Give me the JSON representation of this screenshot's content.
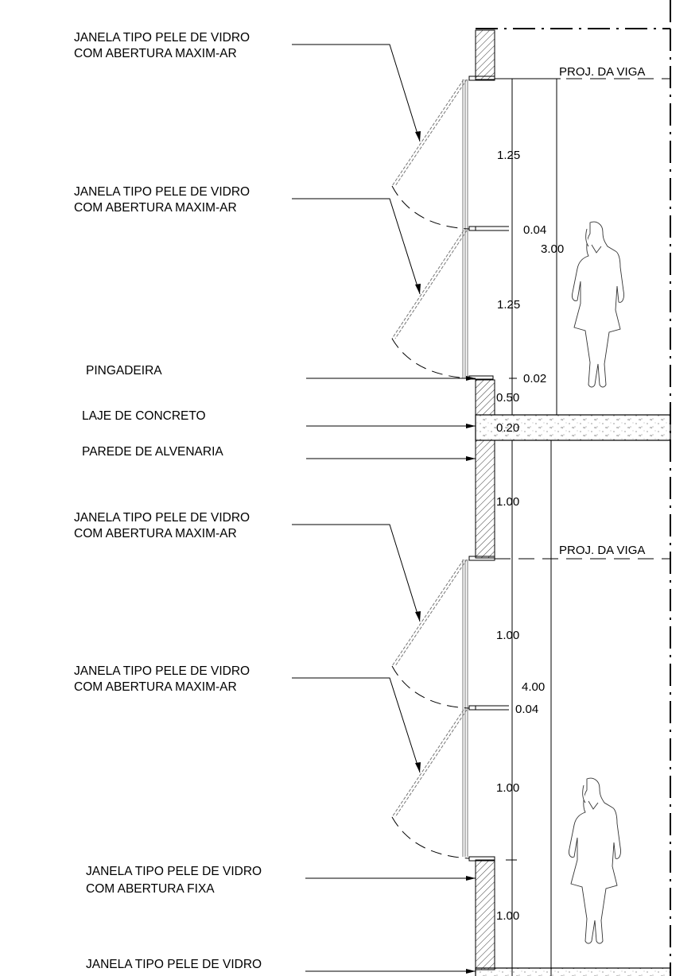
{
  "labels": {
    "window_maxim_ar": [
      "JANELA TIPO PELE DE VIDRO",
      "COM ABERTURA MAXIM-AR"
    ],
    "window_fixed": [
      "JANELA TIPO PELE DE VIDRO",
      "COM ABERTURA FIXA"
    ],
    "window_bottom": "JANELA TIPO PELE DE VIDRO",
    "pingadeira": "PINGADEIRA",
    "laje": "LAJE DE CONCRETO",
    "parede": "PAREDE DE ALVENARIA",
    "proj_viga": "PROJ. DA VIGA"
  },
  "dimensions": {
    "upper": {
      "pane_top": "1.25",
      "gap_mid": "0.04",
      "total": "3.00",
      "pane_bottom": "1.25",
      "gap_sill": "0.02",
      "sill": "0.50",
      "slab": "0.20"
    },
    "lower": {
      "wall_top": "1.00",
      "pane_top": "1.00",
      "total": "4.00",
      "gap_mid": "0.04",
      "pane_bottom": "1.00",
      "wall_bottom": "1.00"
    }
  },
  "colors": {
    "line": "#000000",
    "glass": "#777777",
    "figure": "#333333"
  }
}
